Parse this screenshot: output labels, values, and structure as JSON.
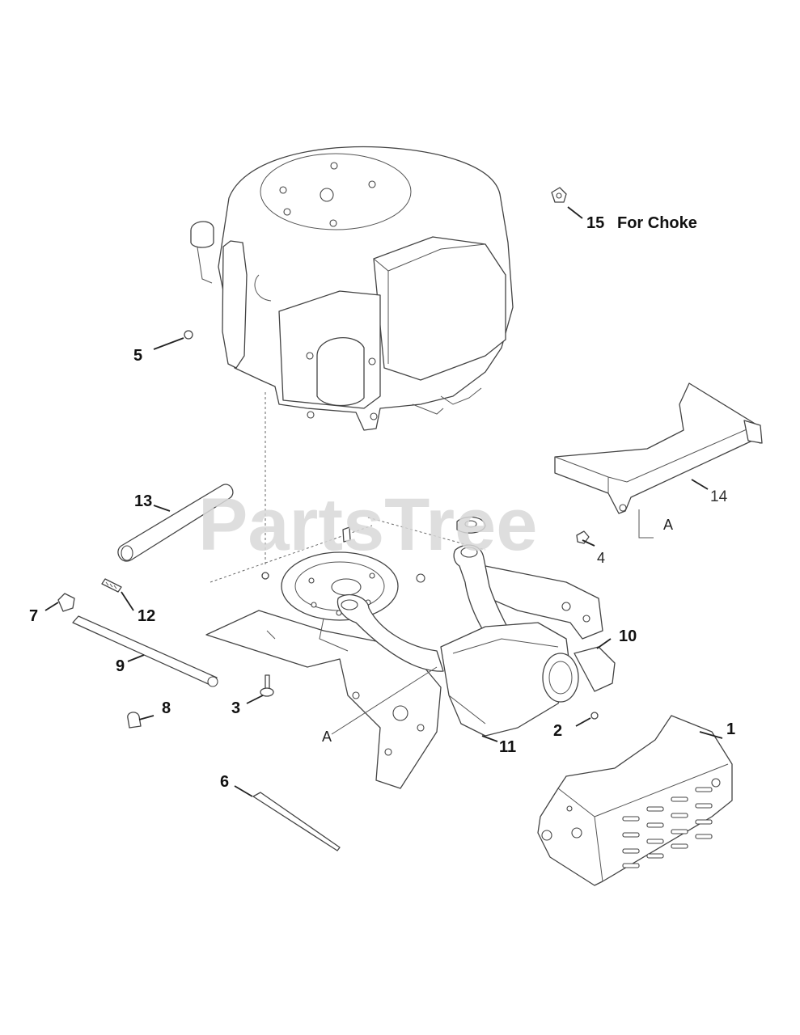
{
  "watermark": "PartsTree",
  "callouts": [
    {
      "id": "1",
      "label": "1"
    },
    {
      "id": "2",
      "label": "2"
    },
    {
      "id": "3",
      "label": "3"
    },
    {
      "id": "4",
      "label": "4"
    },
    {
      "id": "5",
      "label": "5"
    },
    {
      "id": "6",
      "label": "6"
    },
    {
      "id": "7",
      "label": "7"
    },
    {
      "id": "8",
      "label": "8"
    },
    {
      "id": "9",
      "label": "9"
    },
    {
      "id": "10",
      "label": "10"
    },
    {
      "id": "11",
      "label": "11"
    },
    {
      "id": "12",
      "label": "12"
    },
    {
      "id": "13",
      "label": "13"
    },
    {
      "id": "14",
      "label": "14"
    },
    {
      "id": "15",
      "label": "15"
    }
  ],
  "notes": {
    "choke": "For Choke"
  },
  "references": {
    "a_upper": "A",
    "a_lower": "A"
  }
}
